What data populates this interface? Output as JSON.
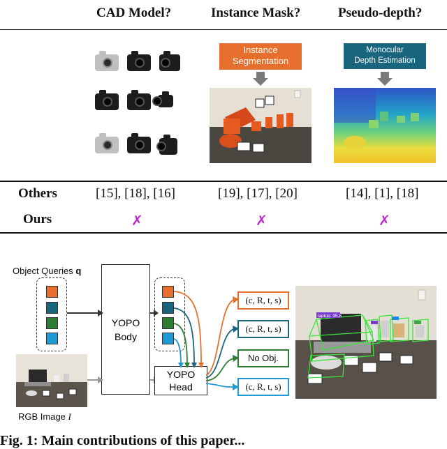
{
  "columns": {
    "cad": "CAD Model?",
    "mask": "Instance Mask?",
    "depth": "Pseudo-depth?"
  },
  "boxes": {
    "instance_seg": "Instance\nSegmentation",
    "mono_depth": "Monocular\nDepth Estimation"
  },
  "rows": {
    "others_label": "Others",
    "ours_label": "Ours",
    "others_cad": "[15], [18], [16]",
    "others_mask": "[19], [17], [20]",
    "others_depth": "[14], [1], [18]",
    "ours_cad": "✗",
    "ours_mask": "✗",
    "ours_depth": "✗"
  },
  "diagram": {
    "queries_label": "Object Queries",
    "queries_symbol": "q",
    "rgb_label": "RGB Image",
    "rgb_symbol": "I",
    "body_label": "YOPO\nBody",
    "head_label": "YOPO\nHead",
    "outputs": [
      "(c, R, t, s)",
      "(c, R, t, s)",
      "No Obj.",
      "(c, R, t, s)"
    ],
    "detection_tag": "laptop: 95.8"
  },
  "caption": "Fig. 1: Main contributions of this paper...",
  "colors": {
    "orange": "#e76f2d",
    "teal_dark": "#19657d",
    "green": "#2e7d32",
    "blue": "#1e9ad6",
    "mark": "#c026d3"
  }
}
